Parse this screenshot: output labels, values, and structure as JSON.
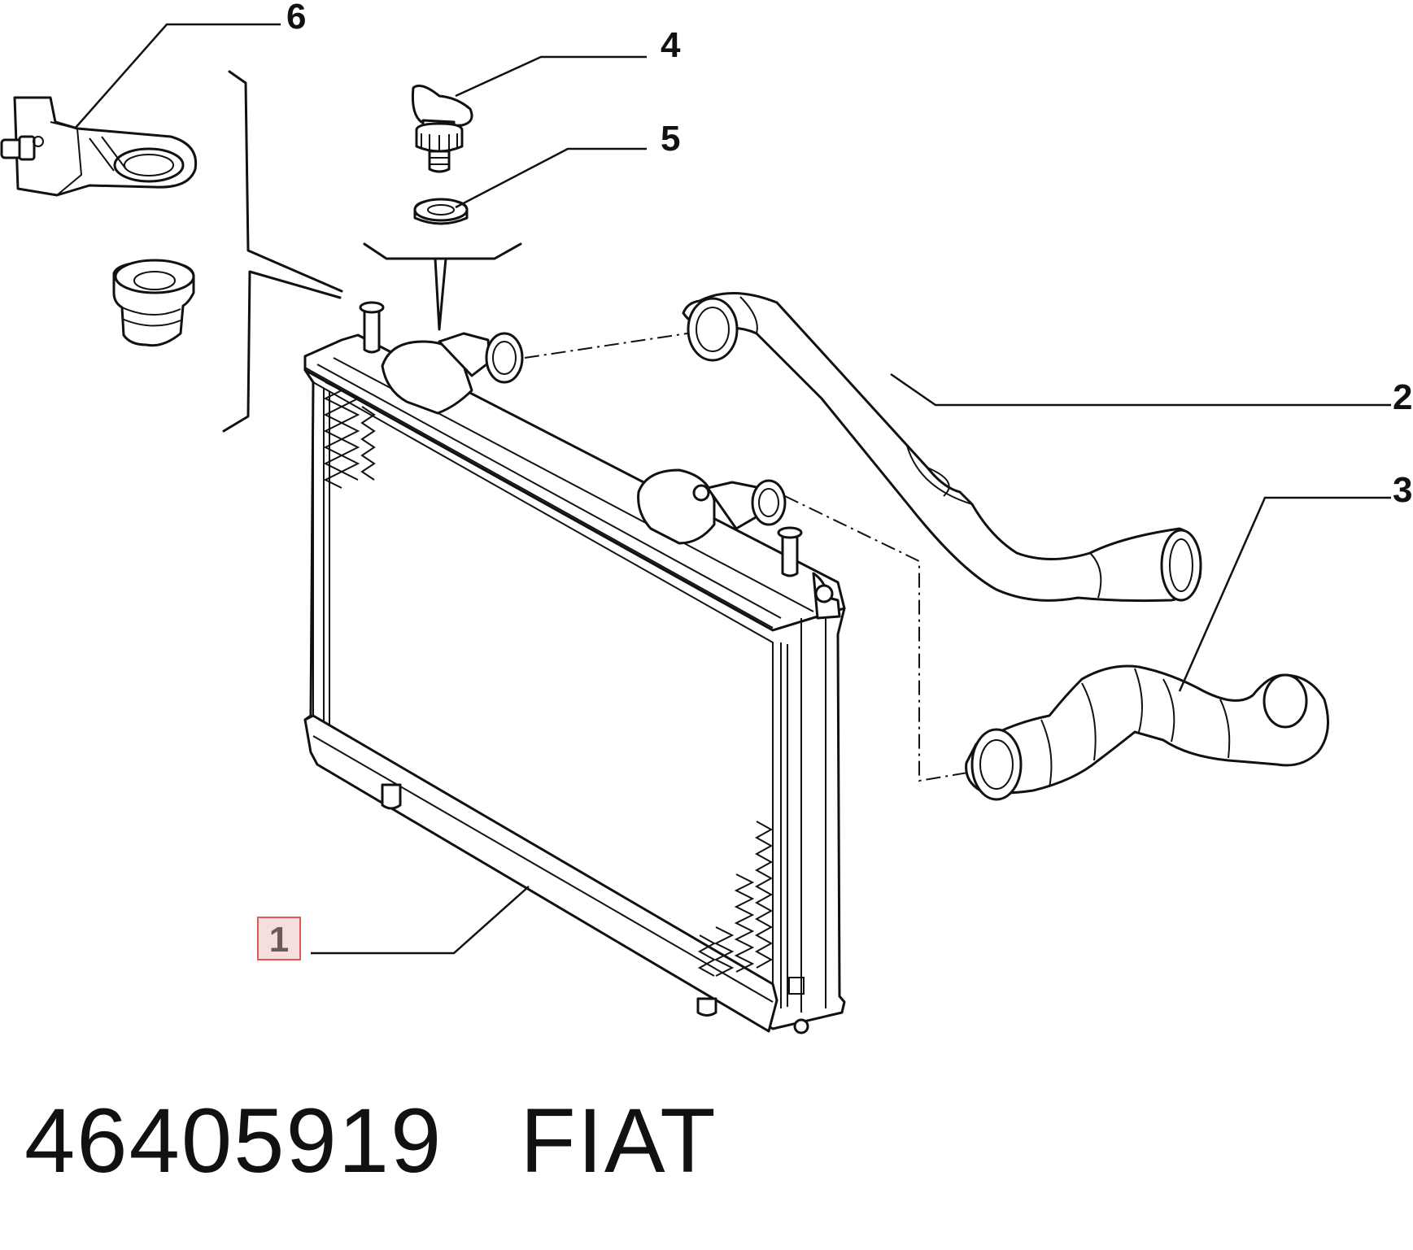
{
  "callouts": {
    "c1": "1",
    "c2": "2",
    "c3": "3",
    "c4": "4",
    "c5": "5",
    "c6": "6"
  },
  "footer": {
    "part_number": "46405919",
    "brand": "FIAT"
  },
  "highlight_color": "#e05a5a"
}
